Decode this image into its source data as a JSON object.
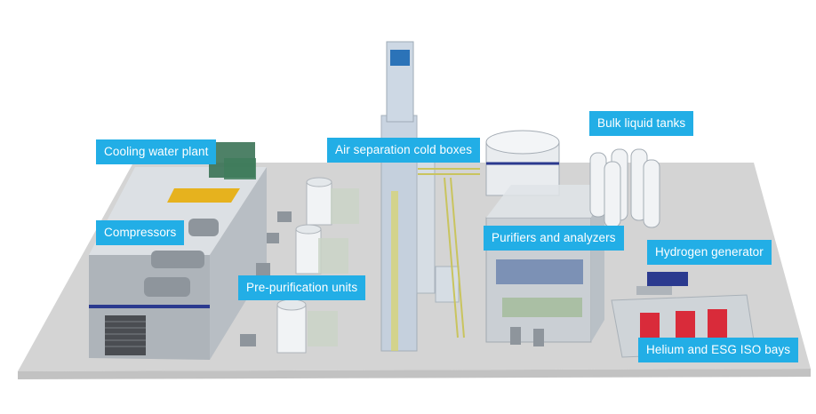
{
  "labels": {
    "cooling_water_plant": "Cooling water plant",
    "compressors": "Compressors",
    "air_separation_cold_boxes": "Air separation cold boxes",
    "bulk_liquid_tanks": "Bulk liquid tanks",
    "purifiers_and_analyzers": "Purifiers and analyzers",
    "hydrogen_generator": "Hydrogen generator",
    "pre_purification_units": "Pre-purification units",
    "helium_and_esg_iso_bays": "Helium and ESG ISO bays"
  },
  "colors": {
    "callout": "#22aee6",
    "ground": "#d4d4d4",
    "structure": "#b9c0c6",
    "accent_blue": "#2b3a8f",
    "pipe_yellow": "#d8d46a",
    "bay_red": "#d92b3a",
    "crane_yellow": "#e6b21e"
  }
}
